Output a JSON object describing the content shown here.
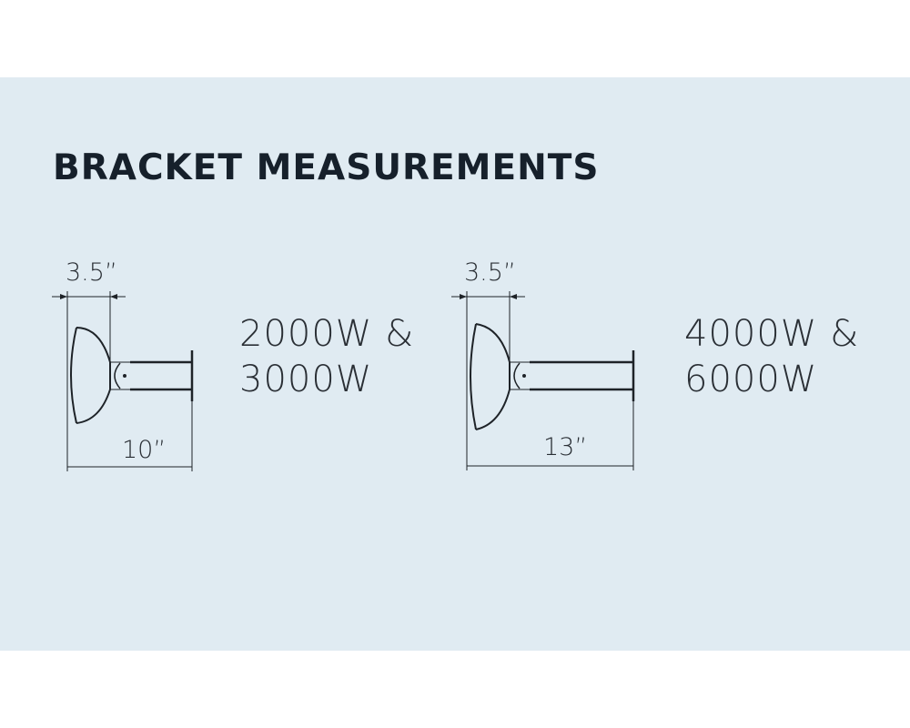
{
  "title": "BRACKET MEASUREMENTS",
  "brackets": [
    {
      "depth_label": "3.5”",
      "length_label": "10”",
      "wattage_line1": "2000W &",
      "wattage_line2": "3000W"
    },
    {
      "depth_label": "3.5”",
      "length_label": "13”",
      "wattage_line1": "4000W &",
      "wattage_line2": "6000W"
    }
  ],
  "colors": {
    "background": "#e0ebf2",
    "line": "#1e2328",
    "text": "#16202b"
  }
}
